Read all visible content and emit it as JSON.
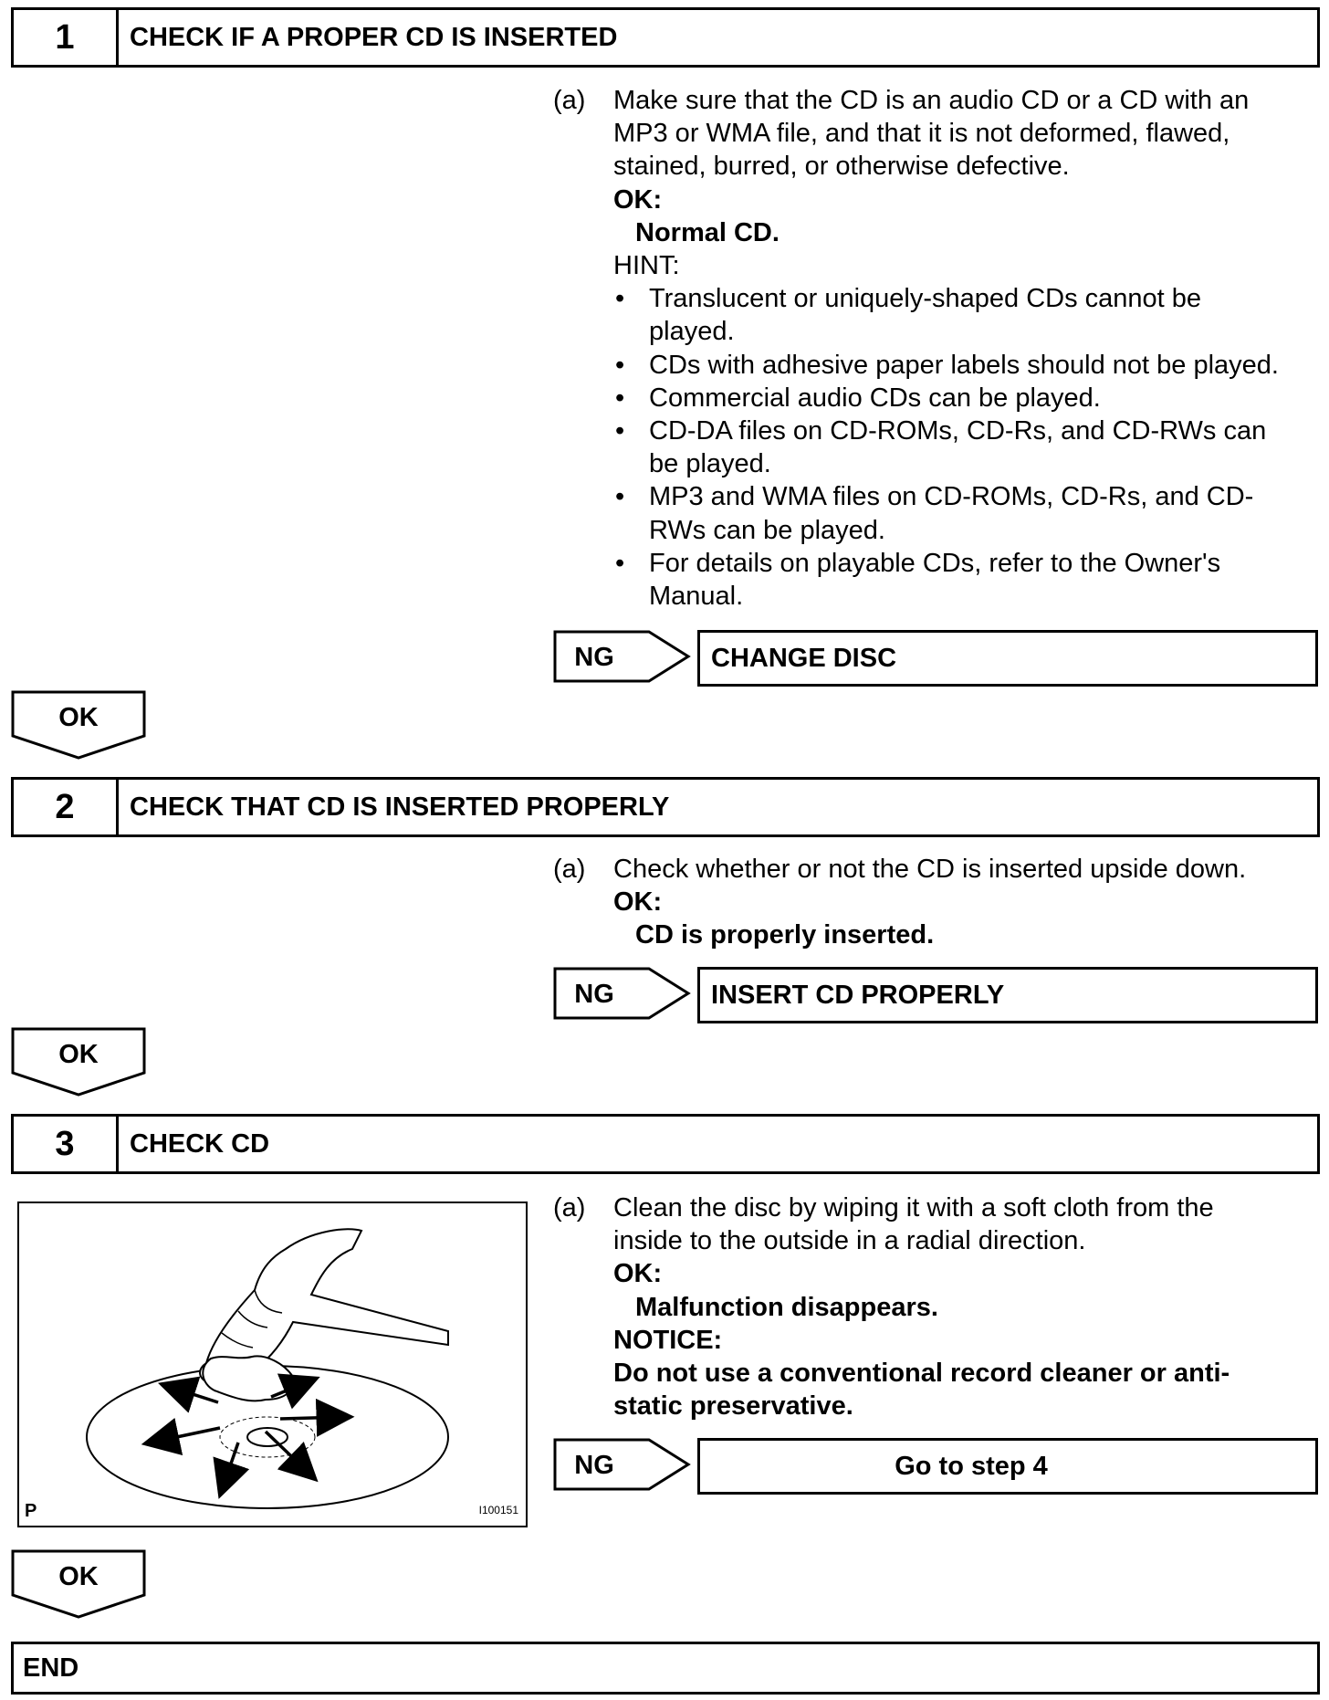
{
  "steps": [
    {
      "number": "1",
      "title": "CHECK IF A PROPER CD IS INSERTED",
      "item_label": "(a)",
      "instruction_lines": [
        "Make sure that the CD is an audio CD or a CD with an",
        "MP3 or WMA file, and that it is not deformed, flawed,",
        "stained, burred, or otherwise defective."
      ],
      "ok_label": "OK:",
      "ok_value": "Normal CD.",
      "hint_label": "HINT:",
      "hints": [
        [
          "Translucent or uniquely-shaped CDs cannot be",
          "played."
        ],
        [
          "CDs with adhesive paper labels should not be played."
        ],
        [
          "Commercial audio CDs can be played."
        ],
        [
          "CD-DA files on CD-ROMs, CD-Rs, and CD-RWs can",
          "be played."
        ],
        [
          "MP3 and WMA files on CD-ROMs, CD-Rs, and CD-",
          "RWs can be played."
        ],
        [
          "For details on playable CDs, refer to the Owner's",
          "Manual."
        ]
      ],
      "ng_label": "NG",
      "ng_action": "CHANGE DISC",
      "ok_button": "OK"
    },
    {
      "number": "2",
      "title": "CHECK THAT CD IS INSERTED PROPERLY",
      "item_label": "(a)",
      "instruction_lines": [
        "Check whether or not the CD is inserted upside down."
      ],
      "ok_label": "OK:",
      "ok_value": "CD is properly inserted.",
      "ng_label": "NG",
      "ng_action": "INSERT CD PROPERLY",
      "ok_button": "OK"
    },
    {
      "number": "3",
      "title": "CHECK CD",
      "item_label": "(a)",
      "instruction_lines": [
        "Clean the disc by wiping it with a soft cloth from the",
        "inside to the outside in a radial direction."
      ],
      "ok_label": "OK:",
      "ok_value": "Malfunction disappears.",
      "notice_label": "NOTICE:",
      "notice_lines": [
        "Do not use a conventional record cleaner or anti-",
        "static preservative."
      ],
      "ng_label": "NG",
      "ng_action": "Go to step 4",
      "ok_button": "OK",
      "illustration": {
        "corner_letter": "P",
        "code": "I100151",
        "icon": "cd-cleaning-illustration"
      }
    }
  ],
  "end_label": "END"
}
